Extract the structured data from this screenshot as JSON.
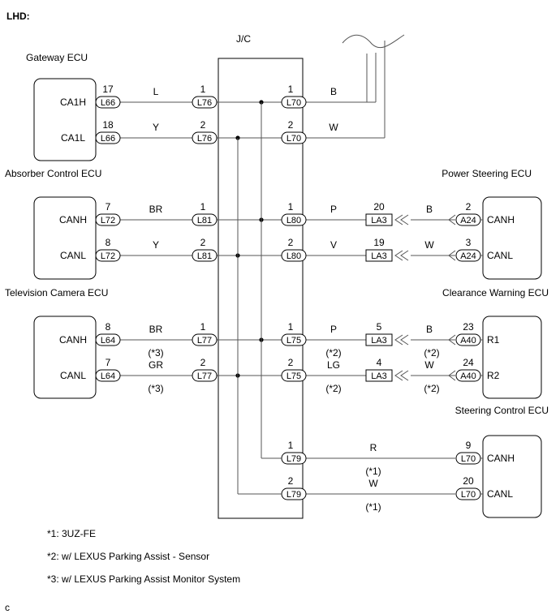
{
  "heading": "LHD:",
  "jc_label": "J/C",
  "footer_code": "c",
  "ecus": [
    {
      "name": "Gateway  ECU",
      "pins": [
        "CA1H",
        "CA1L"
      ]
    },
    {
      "name": "Absorber Control ECU",
      "pins": [
        "CANH",
        "CANL"
      ]
    },
    {
      "name": "Television Camera ECU",
      "pins": [
        "CANH",
        "CANL"
      ]
    },
    {
      "name": "Power Steering ECU",
      "pins": [
        "CANH",
        "CANL"
      ]
    },
    {
      "name": "Clearance Warning ECU",
      "pins": [
        "R1",
        "R2"
      ]
    },
    {
      "name": "Steering Control ECU",
      "pins": [
        "CANH",
        "CANL"
      ]
    }
  ],
  "wires": [
    {
      "left_conn": "L66",
      "left_pin": "17",
      "color": "L",
      "note": "",
      "jc_in_conn": "L76",
      "jc_in_pin": "1",
      "jc_out_conn": "L70",
      "jc_out_pin": "1",
      "out_color": "B",
      "out_note": "",
      "mid_conn": "",
      "mid_pin": "",
      "far_color": "",
      "far_note": "",
      "right_conn": "",
      "right_pin": ""
    },
    {
      "left_conn": "L66",
      "left_pin": "18",
      "color": "Y",
      "note": "",
      "jc_in_conn": "L76",
      "jc_in_pin": "2",
      "jc_out_conn": "L70",
      "jc_out_pin": "2",
      "out_color": "W",
      "out_note": "",
      "mid_conn": "",
      "mid_pin": "",
      "far_color": "",
      "far_note": "",
      "right_conn": "",
      "right_pin": ""
    },
    {
      "left_conn": "L72",
      "left_pin": "7",
      "color": "BR",
      "note": "",
      "jc_in_conn": "L81",
      "jc_in_pin": "1",
      "jc_out_conn": "L80",
      "jc_out_pin": "1",
      "out_color": "P",
      "out_note": "",
      "mid_conn": "LA3",
      "mid_pin": "20",
      "far_color": "B",
      "far_note": "",
      "right_conn": "A24",
      "right_pin": "2"
    },
    {
      "left_conn": "L72",
      "left_pin": "8",
      "color": "Y",
      "note": "",
      "jc_in_conn": "L81",
      "jc_in_pin": "2",
      "jc_out_conn": "L80",
      "jc_out_pin": "2",
      "out_color": "V",
      "out_note": "",
      "mid_conn": "LA3",
      "mid_pin": "19",
      "far_color": "W",
      "far_note": "",
      "right_conn": "A24",
      "right_pin": "3"
    },
    {
      "left_conn": "L64",
      "left_pin": "8",
      "color": "BR",
      "note": "(*3)",
      "jc_in_conn": "L77",
      "jc_in_pin": "1",
      "jc_out_conn": "L75",
      "jc_out_pin": "1",
      "out_color": "P",
      "out_note": "(*2)",
      "mid_conn": "LA3",
      "mid_pin": "5",
      "far_color": "B",
      "far_note": "(*2)",
      "right_conn": "A40",
      "right_pin": "23"
    },
    {
      "left_conn": "L64",
      "left_pin": "7",
      "color": "GR",
      "note": "(*3)",
      "jc_in_conn": "L77",
      "jc_in_pin": "2",
      "jc_out_conn": "L75",
      "jc_out_pin": "2",
      "out_color": "LG",
      "out_note": "(*2)",
      "mid_conn": "LA3",
      "mid_pin": "4",
      "far_color": "W",
      "far_note": "(*2)",
      "right_conn": "A40",
      "right_pin": "24"
    },
    {
      "left_conn": "",
      "left_pin": "",
      "color": "",
      "note": "",
      "jc_in_conn": "",
      "jc_in_pin": "",
      "jc_out_conn": "L79",
      "jc_out_pin": "1",
      "out_color": "R",
      "out_note": "(*1)",
      "mid_conn": "",
      "mid_pin": "",
      "far_color": "",
      "far_note": "",
      "right_conn": "L70",
      "right_pin": "9"
    },
    {
      "left_conn": "",
      "left_pin": "",
      "color": "",
      "note": "",
      "jc_in_conn": "",
      "jc_in_pin": "",
      "jc_out_conn": "L79",
      "jc_out_pin": "2",
      "out_color": "W",
      "out_note": "(*1)",
      "mid_conn": "",
      "mid_pin": "",
      "far_color": "",
      "far_note": "",
      "right_conn": "L70",
      "right_pin": "20"
    }
  ],
  "notes": [
    "*1: 3UZ-FE",
    "*2: w/ LEXUS Parking Assist - Sensor",
    "*3: w/ LEXUS Parking Assist Monitor System"
  ]
}
